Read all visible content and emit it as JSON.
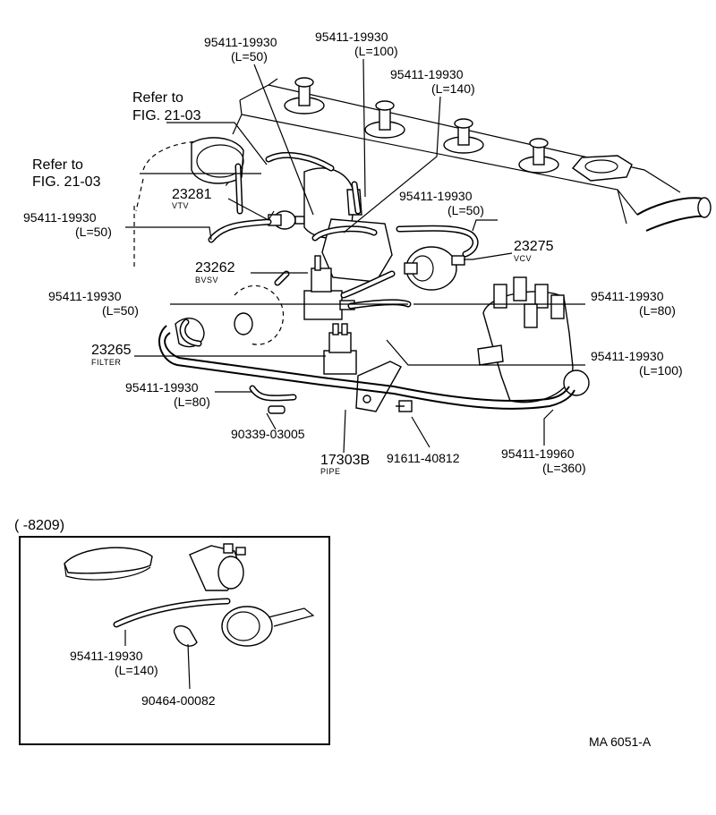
{
  "diagram": {
    "labels": {
      "hose_l50_top": {
        "part": "95411-19930",
        "len": "(L=50)"
      },
      "hose_l100_top": {
        "part": "95411-19930",
        "len": "(L=100)"
      },
      "hose_l140_top": {
        "part": "95411-19930",
        "len": "(L=140)"
      },
      "refer_1": {
        "line1": "Refer to",
        "line2": "FIG. 21-03"
      },
      "refer_2": {
        "line1": "Refer to",
        "line2": "FIG. 21-03"
      },
      "vtv": {
        "part": "23281",
        "name": "VTV"
      },
      "hose_l50_right": {
        "part": "95411-19930",
        "len": "(L=50)"
      },
      "hose_l50_left": {
        "part": "95411-19930",
        "len": "(L=50)"
      },
      "vcv": {
        "part": "23275",
        "name": "VCV"
      },
      "bvsv": {
        "part": "23262",
        "name": "BVSV"
      },
      "hose_l50_mid": {
        "part": "95411-19930",
        "len": "(L=50)"
      },
      "hose_l80_right": {
        "part": "95411-19930",
        "len": "(L=80)"
      },
      "filter": {
        "part": "23265",
        "name": "FILTER"
      },
      "hose_l100_right": {
        "part": "95411-19930",
        "len": "(L=100)"
      },
      "hose_l80_left": {
        "part": "95411-19930",
        "len": "(L=80)"
      },
      "plug": {
        "part": "90339-03005"
      },
      "pipe": {
        "part": "17303B",
        "name": "PIPE"
      },
      "bolt": {
        "part": "91611-40812"
      },
      "hose_l360": {
        "part": "95411-19960",
        "len": "(L=360)"
      }
    },
    "inset": {
      "title": "(      -8209)",
      "hose_l140": {
        "part": "95411-19930",
        "len": "(L=140)"
      },
      "clip": {
        "part": "90464-00082"
      }
    },
    "figure_code": "MA 6051-A"
  }
}
